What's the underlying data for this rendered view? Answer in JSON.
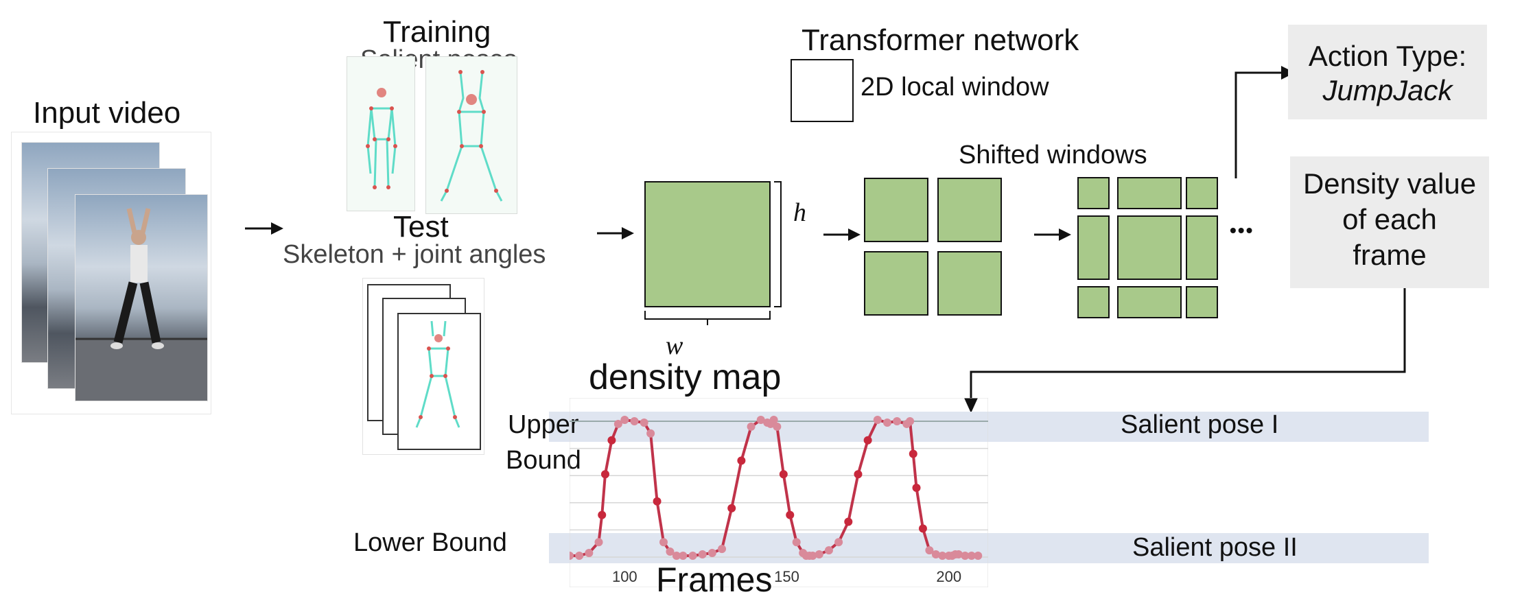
{
  "labels": {
    "input_video": "Input video",
    "training": "Training",
    "salient_poses": "Salient poses",
    "test": "Test",
    "skeleton_joint_angles": "Skeleton + joint angles",
    "transformer_network": "Transformer network",
    "local_window": "2D local window",
    "shifted_windows": "Shifted windows",
    "h": "h",
    "w": "w",
    "density_map": "density map",
    "ellipsis": "•••",
    "action_type_line1": "Action Type:",
    "action_type_line2": "JumpJack",
    "density_value_line1": "Density value",
    "density_value_line2": "of each",
    "density_value_line3": "frame",
    "upper_bound_line1": "Upper",
    "upper_bound_line2": "Bound",
    "lower_bound": "Lower Bound",
    "salient_pose_1": "Salient pose I",
    "salient_pose_2": "Salient pose II",
    "frames": "Frames"
  },
  "colors": {
    "green_block": "#a8c98a",
    "band": "#dfe5f0",
    "curve_line": "#c0334a",
    "curve_dot_light": "#d98a9a",
    "curve_dot_dark": "#c8283c",
    "gray_box": "#ececec"
  },
  "chart_data": {
    "type": "line",
    "xlabel": "Frames",
    "ylabel": "",
    "title": "",
    "x_ticks": [
      100,
      150,
      200
    ],
    "xlim": [
      83,
      210
    ],
    "ylim": [
      0,
      1
    ],
    "series": [
      {
        "x": [
          83,
          86,
          89,
          92,
          93,
          94,
          96,
          98,
          100,
          103,
          106,
          108,
          110,
          112,
          114,
          116,
          118,
          121,
          124,
          127,
          130,
          133,
          136,
          139,
          142,
          144,
          145,
          146,
          147,
          149,
          151,
          153,
          155,
          156,
          157,
          158,
          160,
          163,
          166,
          169,
          172,
          175,
          178,
          181,
          184,
          187,
          188,
          189,
          190,
          192,
          194,
          196,
          198,
          200,
          201,
          202,
          203,
          205,
          207,
          209
        ],
        "y": [
          0,
          0,
          0.02,
          0.1,
          0.3,
          0.6,
          0.85,
          0.97,
          1,
          0.99,
          0.98,
          0.9,
          0.4,
          0.1,
          0.03,
          0,
          0,
          0,
          0.01,
          0.02,
          0.05,
          0.35,
          0.7,
          0.95,
          1,
          0.98,
          0.97,
          1,
          0.95,
          0.6,
          0.3,
          0.1,
          0.02,
          0,
          0,
          0,
          0.01,
          0.04,
          0.1,
          0.25,
          0.6,
          0.85,
          1,
          0.98,
          0.99,
          0.97,
          0.99,
          0.75,
          0.5,
          0.2,
          0.04,
          0.01,
          0,
          0,
          0,
          0.01,
          0.01,
          0,
          0,
          0
        ]
      }
    ]
  }
}
